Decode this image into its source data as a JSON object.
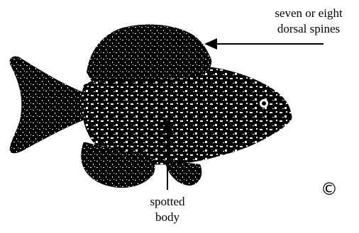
{
  "labels": {
    "dorsal_spines": {
      "line1": "seven or eight",
      "line2": "dorsal spines"
    },
    "spotted_body": {
      "line1": "spotted",
      "line2": "body"
    }
  },
  "copyright_symbol": "©",
  "colors": {
    "ink": "#000000",
    "background": "#ffffff"
  }
}
